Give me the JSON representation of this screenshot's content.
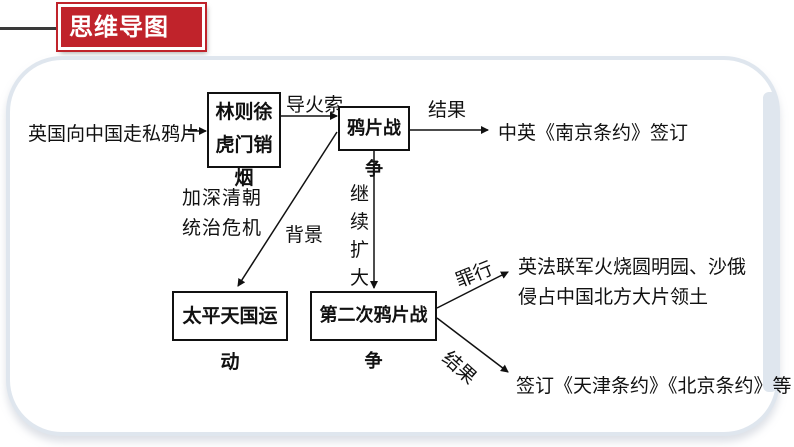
{
  "header": {
    "title": "思维导图"
  },
  "nodes": {
    "source": "英国向中国走私鸦片",
    "lin_zexu": "林则徐虎门销烟",
    "opium_war": "鸦片战争",
    "nanjing": "中英《南京条约》签订",
    "crisis": "加深清朝统治危机",
    "taiping": "太平天国运动",
    "second_war": "第二次鸦片战争",
    "crimes": "英法联军火烧圆明园、沙俄侵占中国北方大片领土",
    "treaties": "签订《天津条约》《北京条约》等"
  },
  "edge_labels": {
    "fuse": "导火索",
    "result1": "结果",
    "background": "背景",
    "continue_expand": "继续扩大",
    "crimes": "罪行",
    "result2": "结果"
  },
  "colors": {
    "header_bg": "#c0232b",
    "frame": "#dfe6ee",
    "ink": "#111111"
  }
}
